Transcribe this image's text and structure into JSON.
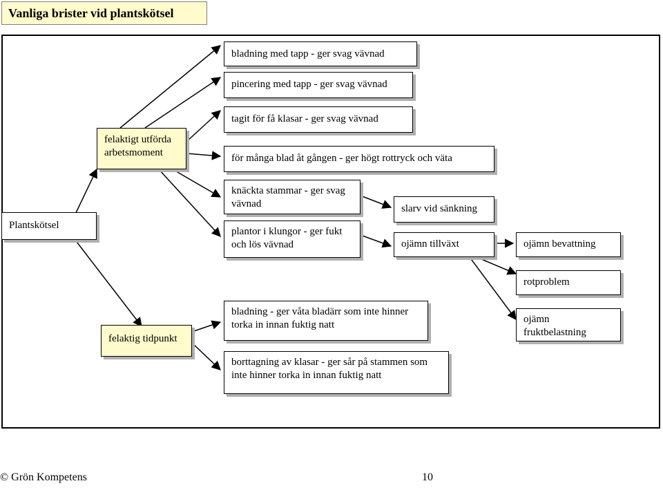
{
  "title": "Vanliga brister vid plantskötsel",
  "root": "Plantskötsel",
  "group1": {
    "label": "felaktigt utförda arbetsmoment"
  },
  "items1": [
    "bladning med tapp - ger svag vävnad",
    "pincering med tapp - ger svag vävnad",
    "tagit för få klasar - ger svag vävnad",
    "för många blad åt gången - ger högt rottryck och väta"
  ],
  "mid": [
    "knäckta stammar - ger svag vävnad",
    "plantor i klungor - ger fukt och lös vävnad"
  ],
  "slarv": "slarv vid sänkning",
  "ojamn_tillvaxt": "ojämn tillväxt",
  "ojamn_bevattning": "ojämn bevattning",
  "rotproblem": "rotproblem",
  "ojamn_fruktbelastning": "ojämn fruktbelastning",
  "group2": {
    "label": "felaktig tidpunkt"
  },
  "items2": [
    "bladning - ger våta bladärr som inte hinner torka in innan fuktig natt",
    "borttagning av klasar - ger sår på stammen som inte hinner torka in innan fuktig natt"
  ],
  "footer": {
    "brand": "© Grön Kompetens",
    "page": "10"
  },
  "colors": {
    "highlight": "#fffbcc",
    "shadow": "#b0b0b0"
  }
}
